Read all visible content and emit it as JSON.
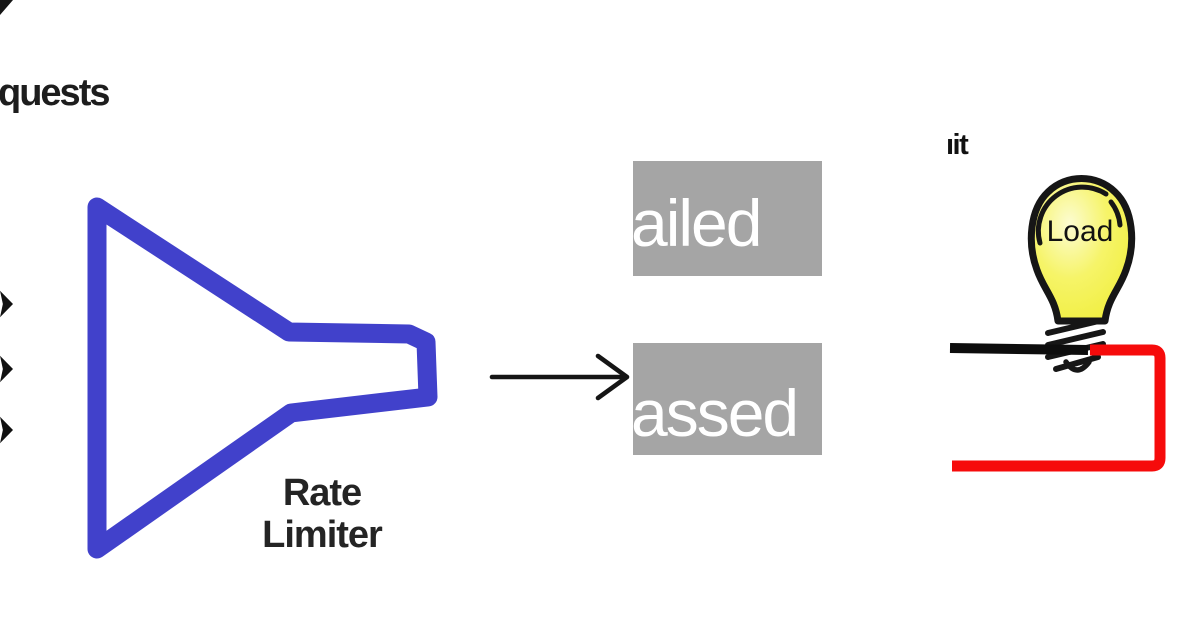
{
  "diagram": {
    "requests_label_clipped": "quests",
    "request_arrowheads": 3,
    "funnel_caption_line1": "Rate",
    "funnel_caption_line2": "Limiter",
    "failed_box_label_clipped": "ailed",
    "passed_box_label_clipped": "assed",
    "circuit_label_clipped": "ıit",
    "bulb_label": "Load"
  },
  "colors": {
    "funnel_blue": "#4141cb",
    "result_box_gray": "#a5a5a5",
    "result_text_white": "#ffffff",
    "wire_red": "#f60b0b",
    "ink_black": "#161616",
    "bulb_yellow": "#efed35",
    "bulb_yellow_pale": "#fcfcd2",
    "heading_black": "#1d1d1d"
  },
  "icons": {
    "funnel": "funnel-icon",
    "flow_arrow": "arrow-right-icon",
    "request_arrowheads": "chevron-right-icon",
    "light_bulb": "light-bulb-icon",
    "wires": "circuit-wire-lines"
  }
}
